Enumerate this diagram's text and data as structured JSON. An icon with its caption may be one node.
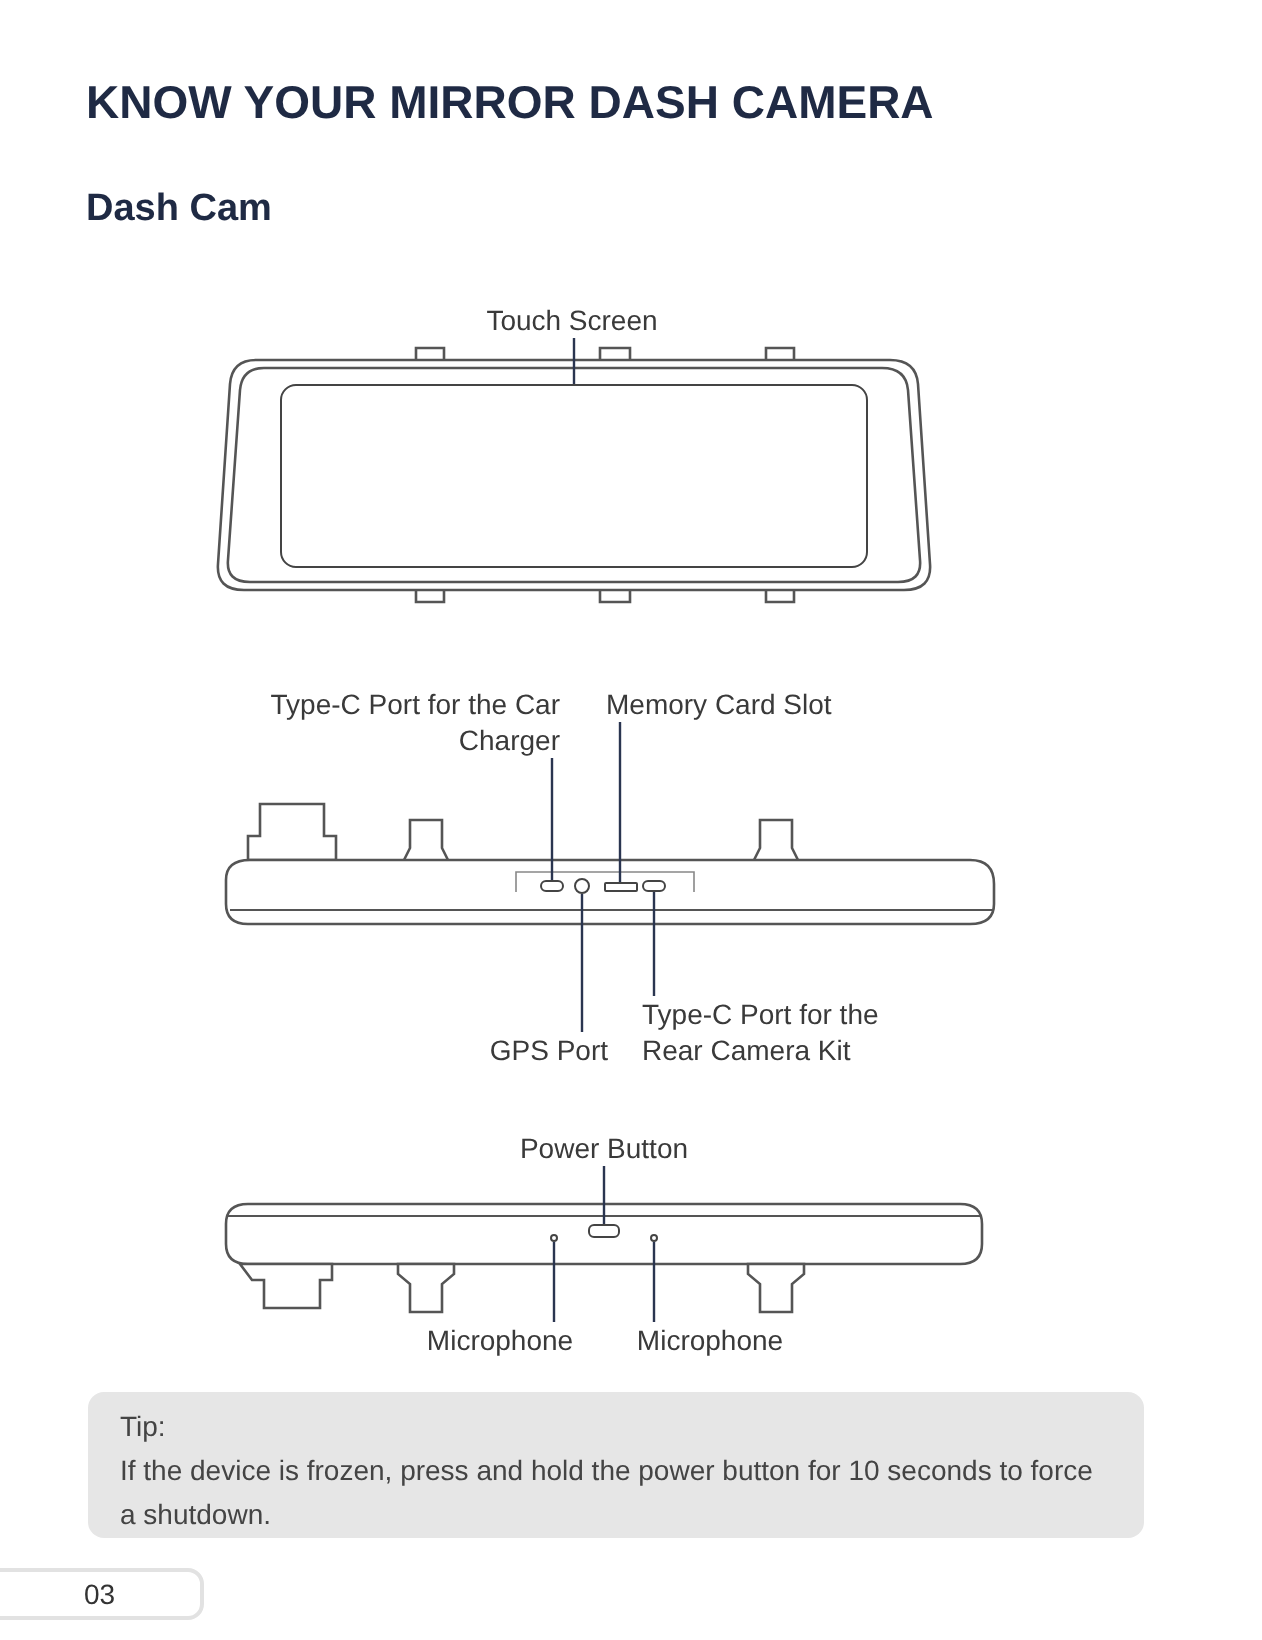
{
  "diagram": {
    "title": "KNOW YOUR MIRROR DASH CAMERA",
    "nodes": [
      {
        "text": [
          "Touch Screen"
        ]
      },
      {
        "text": [],
        "shape": "box"
      },
      {
        "text": [
          "Type-C Port for the Car Charger"
        ]
      },
      {
        "text": [
          "Memory Card Slot"
        ]
      },
      {
        "text": [
          "GPS Port"
        ]
      },
      {
        "text": [
          "Type-C Port for the Rear Camera Kit"
        ]
      },
      {
        "text": [
          "Power Button"
        ]
      },
      {
        "text": [
          "Microphone"
        ]
      },
      {
        "text": [
          "Microphone"
        ]
      },
      {
        "text": [],
        "shape": "box"
      },
      {
        "text": [],
        "shape": "box"
      },
      {
        "text": [],
        "shape": "circle"
      },
      {
        "text": [],
        "shape": "box"
      },
      {
        "text": [],
        "shape": "box"
      },
      {
        "text": [],
        "shape": "circle"
      },
      {
        "text": [],
        "shape": "circle"
      },
      {
        "text": [
          "Tip:",
          "If the device is frozen, press and hold the power button for 10 seconds to force a shutdown."
        ]
      },
      {
        "text": [
          "03"
        ]
      }
    ],
    "edges": [
      {
        "from": 0,
        "to": 1,
        "arrow": "none"
      },
      {
        "from": 2,
        "to": 9,
        "arrow": "none"
      },
      {
        "from": 3,
        "to": 10,
        "arrow": "none"
      },
      {
        "from": 4,
        "to": 11,
        "arrow": "none"
      },
      {
        "from": 5,
        "to": 12,
        "arrow": "none"
      },
      {
        "from": 6,
        "to": 13,
        "arrow": "none"
      },
      {
        "from": 7,
        "to": 14,
        "arrow": "none"
      },
      {
        "from": 8,
        "to": 15,
        "arrow": "none"
      }
    ],
    "labels": [
      "Dash Cam"
    ]
  }
}
